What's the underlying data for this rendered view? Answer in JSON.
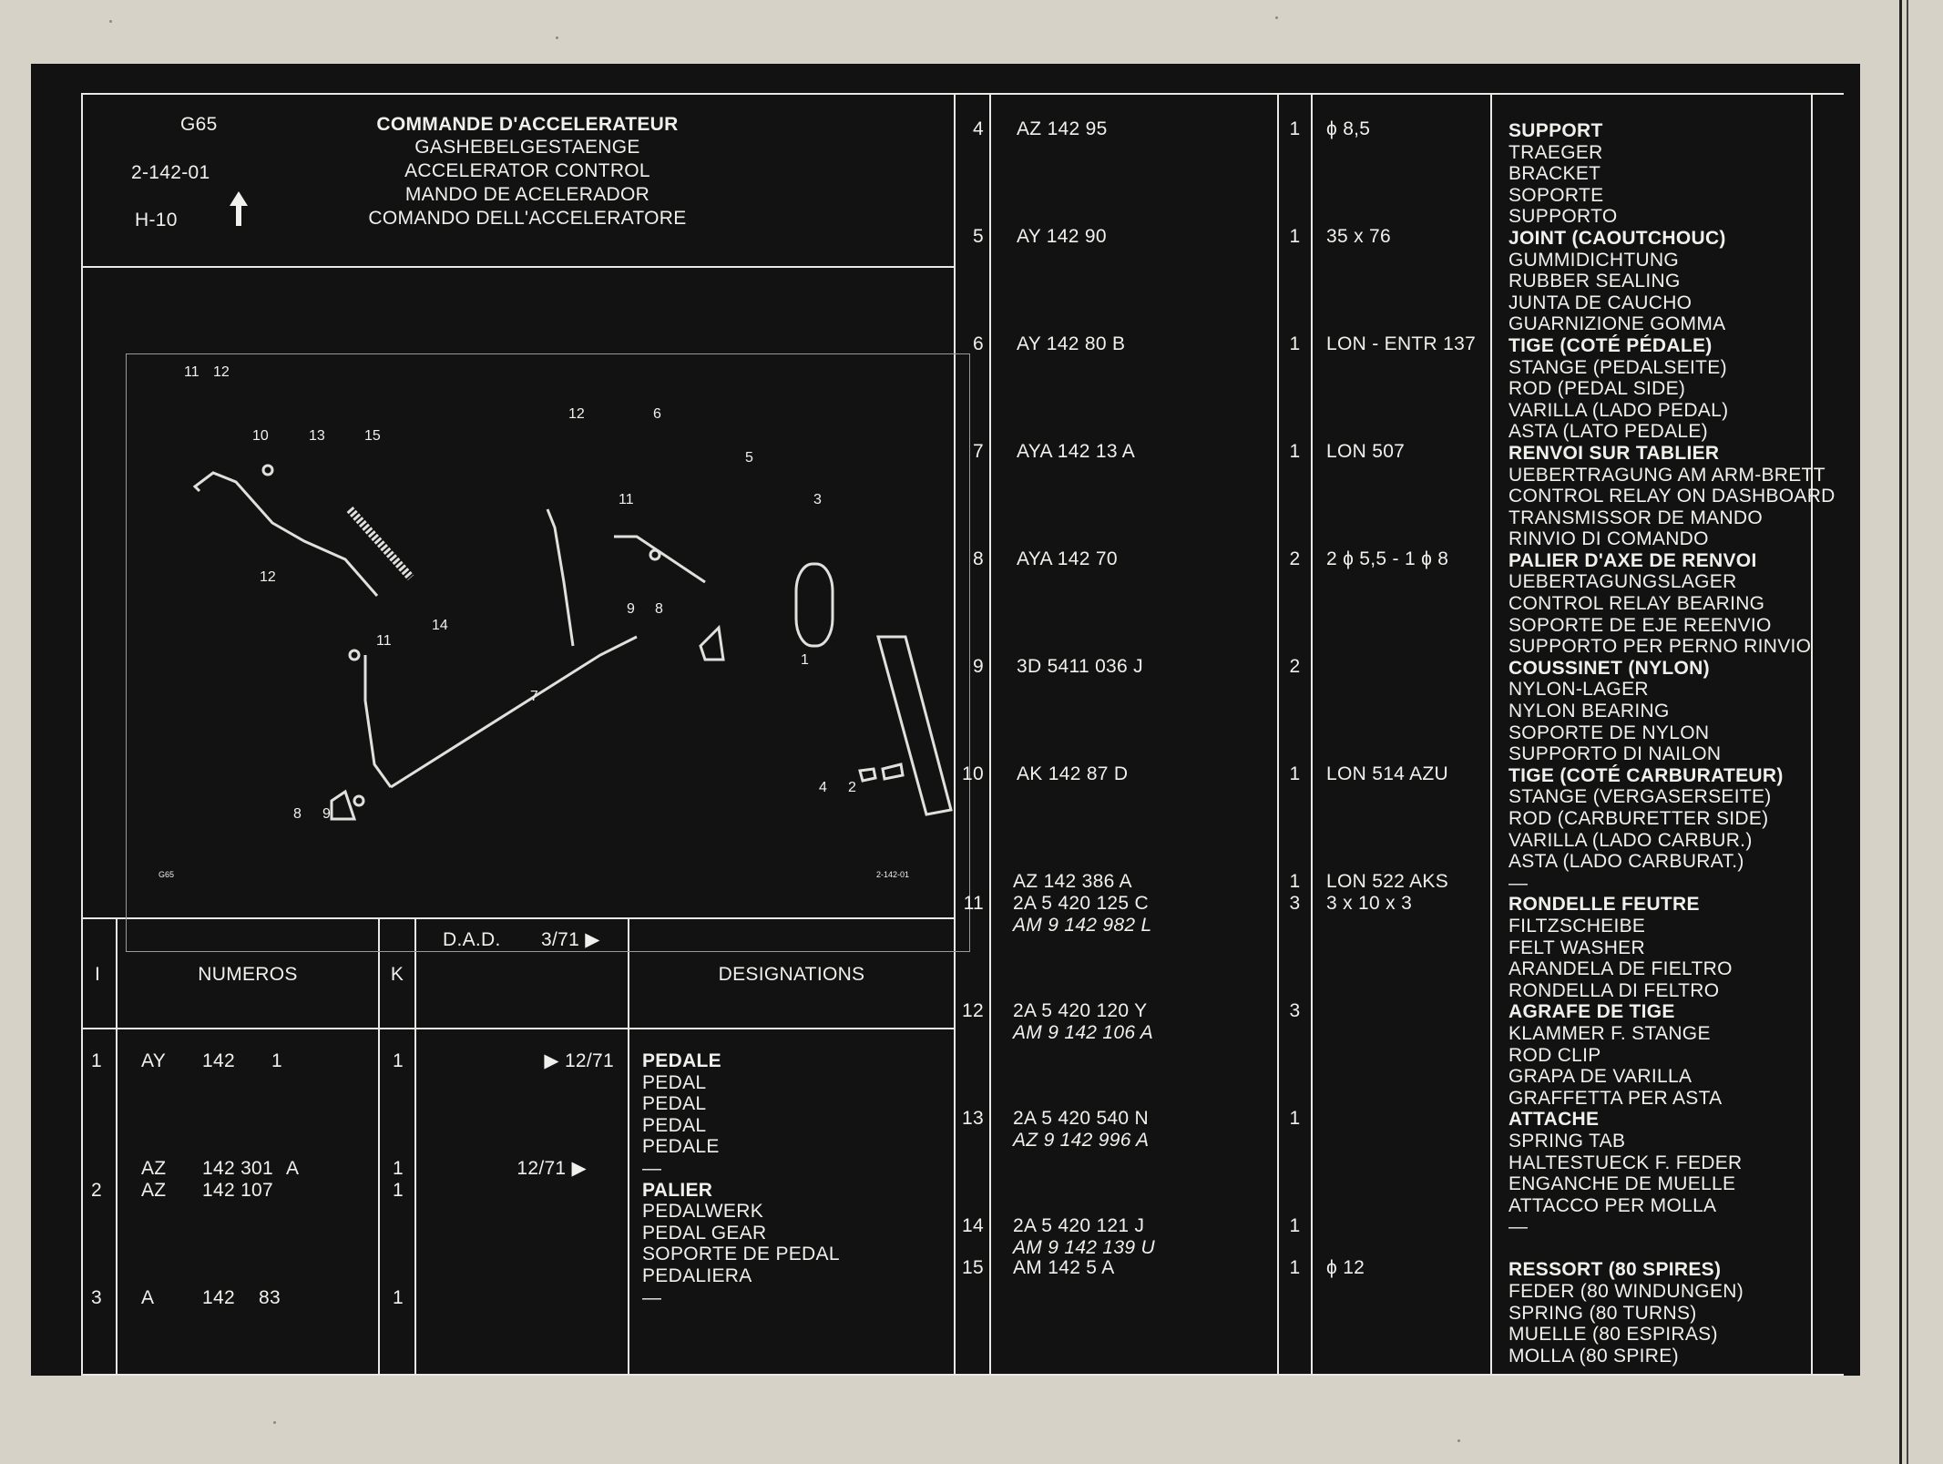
{
  "header": {
    "code": "G65",
    "ref": "2-142-01",
    "grid": "H-10",
    "titles": [
      "COMMANDE D'ACCELERATEUR",
      "GASHEBELGESTAENGE",
      "ACCELERATOR CONTROL",
      "MANDO DE ACELERADOR",
      "COMANDO DELL'ACCELERATORE"
    ]
  },
  "diagram": {
    "callouts": [
      "11",
      "12",
      "10",
      "13",
      "15",
      "12",
      "6",
      "5",
      "3",
      "11",
      "12",
      "11",
      "14",
      "9",
      "8",
      "1",
      "7",
      "4",
      "2",
      "8",
      "9"
    ],
    "corner_left": "G65",
    "corner_right": "2-142-01"
  },
  "columns": {
    "index": "I",
    "numeros": "NUMEROS",
    "k": "K",
    "dad": "D.A.D.",
    "dad_date": "3/71 ▶",
    "designations": "DESIGNATIONS"
  },
  "left_rows": [
    {
      "i": "1",
      "prefix": "AY",
      "num": "142",
      "suffix": "1",
      "k": "1",
      "dad": "▶ 12/71",
      "desc": [
        "PEDALE",
        "PEDAL",
        "PEDAL",
        "PEDAL",
        "PEDALE",
        "—"
      ]
    },
    {
      "i": "",
      "prefix": "AZ",
      "num": "142 301",
      "suffix": "A",
      "k": "1",
      "dad": "12/71 ▶",
      "desc": []
    },
    {
      "i": "2",
      "prefix": "AZ",
      "num": "142 107",
      "suffix": "",
      "k": "1",
      "dad": "",
      "desc": [
        "PALIER",
        "PEDALWERK",
        "PEDAL GEAR",
        "SOPORTE DE PEDAL",
        "PEDALIERA",
        "—"
      ]
    },
    {
      "i": "3",
      "prefix": "A",
      "num": "142",
      "suffix": "83",
      "k": "1",
      "dad": "",
      "desc": []
    }
  ],
  "right_rows": [
    {
      "i": "4",
      "ref": [
        "AZ   142   95"
      ],
      "k": [
        "1"
      ],
      "spec": [
        "ϕ 8,5"
      ],
      "desc": [
        "SUPPORT",
        "TRAEGER",
        "BRACKET",
        "SOPORTE",
        "SUPPORTO"
      ]
    },
    {
      "i": "5",
      "ref": [
        "AY   142   90"
      ],
      "k": [
        "1"
      ],
      "spec": [
        "35 x 76"
      ],
      "desc": [
        "JOINT (CAOUTCHOUC)",
        "GUMMIDICHTUNG",
        "RUBBER SEALING",
        "JUNTA DE CAUCHO",
        "GUARNIZIONE GOMMA"
      ]
    },
    {
      "i": "6",
      "ref": [
        "AY   142   80 B"
      ],
      "k": [
        "1"
      ],
      "spec": [
        "LON - ENTR 137"
      ],
      "desc": [
        "TIGE (COTÉ PÉDALE)",
        "STANGE (PEDALSEITE)",
        "ROD (PEDAL SIDE)",
        "VARILLA (LADO PEDAL)",
        "ASTA (LATO PEDALE)"
      ]
    },
    {
      "i": "7",
      "ref": [
        "AYA  142   13 A"
      ],
      "k": [
        "1"
      ],
      "spec": [
        "LON 507"
      ],
      "desc": [
        "RENVOI SUR TABLIER",
        "UEBERTRAGUNG AM ARM-BRETT",
        "CONTROL RELAY ON DASHBOARD",
        "TRANSMISSOR DE MANDO",
        "RINVIO DI COMANDO"
      ]
    },
    {
      "i": "8",
      "ref": [
        "AYA  142   70"
      ],
      "k": [
        "2"
      ],
      "spec": [
        "2 ϕ  5,5 - 1 ϕ 8"
      ],
      "desc": [
        "PALIER D'AXE DE RENVOI",
        "UEBERTAGUNGSLAGER",
        "CONTROL RELAY BEARING",
        "SOPORTE DE EJE REENVIO",
        "SUPPORTO PER PERNO RINVIO"
      ]
    },
    {
      "i": "9",
      "ref": [
        "3D 5411 036 J"
      ],
      "k": [
        "2"
      ],
      "spec": [
        ""
      ],
      "desc": [
        "COUSSINET (NYLON)",
        "NYLON-LAGER",
        "NYLON BEARING",
        "SOPORTE DE NYLON",
        "SUPPORTO DI NAILON"
      ]
    },
    {
      "i": "10",
      "ref": [
        "AK   142   87 D"
      ],
      "k": [
        "1"
      ],
      "spec": [
        "LON 514 AZU"
      ],
      "desc": [
        "TIGE (COTÉ CARBURATEUR)",
        "STANGE (VERGASERSEITE)",
        "ROD (CARBURETTER SIDE)",
        "VARILLA (LADO CARBUR.)",
        "ASTA (LADO CARBURAT.)",
        "—"
      ]
    },
    {
      "i": "11",
      "ref": [
        "AZ    142 386 A",
        "2A  5 420 125 C",
        "AM 9 142 982 L"
      ],
      "k": [
        "1",
        "3"
      ],
      "spec": [
        "LON 522 AKS",
        "3 x 10 x 3"
      ],
      "desc": [
        "RONDELLE FEUTRE",
        "FILTZSCHEIBE",
        "FELT WASHER",
        "ARANDELA DE FIELTRO",
        "RONDELLA DI FELTRO"
      ]
    },
    {
      "i": "12",
      "ref": [
        "2A 5 420 120 Y",
        "AM 9 142 106 A"
      ],
      "k": [
        "3"
      ],
      "spec": [
        ""
      ],
      "desc": [
        "AGRAFE DE TIGE",
        "KLAMMER F. STANGE",
        "ROD CLIP",
        "GRAPA DE VARILLA",
        "GRAFFETTA PER ASTA"
      ]
    },
    {
      "i": "13",
      "ref": [
        "2A 5 420 540 N",
        "AZ 9 142 996 A"
      ],
      "k": [
        "1"
      ],
      "spec": [
        ""
      ],
      "desc": [
        "ATTACHE",
        "SPRING TAB",
        "HALTESTUECK F. FEDER",
        "ENGANCHE DE MUELLE",
        "ATTACCO PER MOLLA",
        "—"
      ]
    },
    {
      "i": "14",
      "ref": [
        "2A 5 420 121 J",
        "AM 9 142 139 U"
      ],
      "k": [
        "1"
      ],
      "spec": [
        ""
      ],
      "desc": []
    },
    {
      "i": "15",
      "ref": [
        "AM   142     5 A"
      ],
      "k": [
        "1"
      ],
      "spec": [
        "ϕ 12"
      ],
      "desc": [
        "RESSORT (80 SPIRES)",
        "FEDER (80 WINDUNGEN)",
        "SPRING (80 TURNS)",
        "MUELLE (80 ESPIRAS)",
        "MOLLA (80 SPIRE)"
      ]
    }
  ],
  "colors": {
    "sheet": "#121212",
    "ink": "#f0f0ec",
    "paper": "#d6d2c8"
  }
}
